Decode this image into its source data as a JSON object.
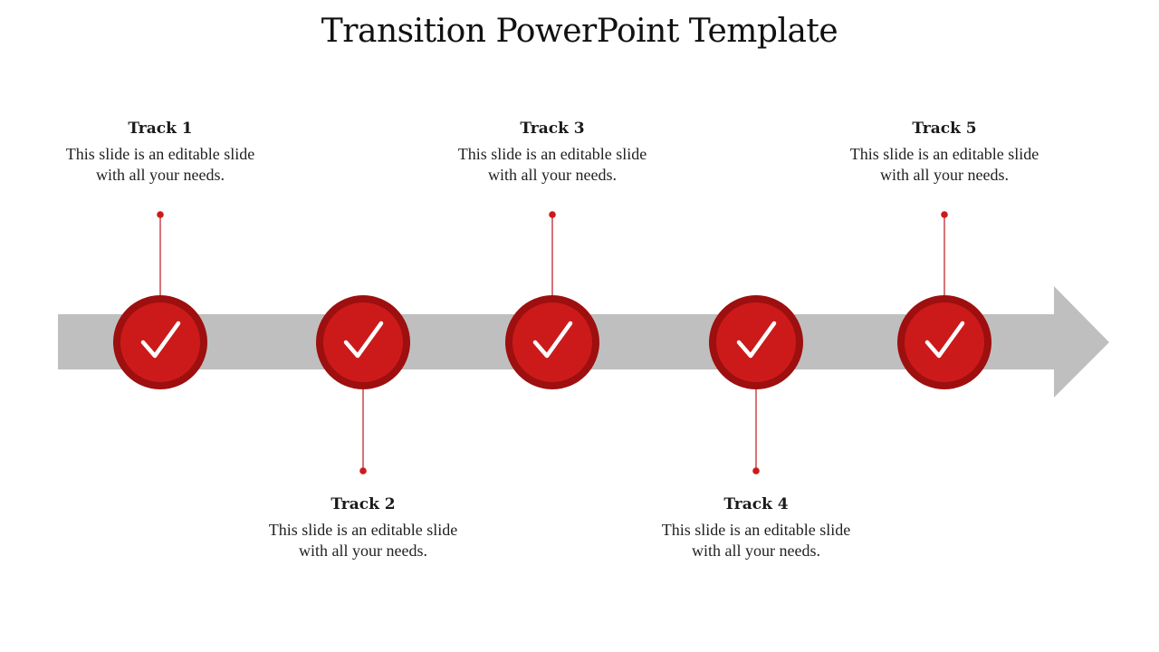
{
  "slide": {
    "title": "Transition PowerPoint Template"
  },
  "colors": {
    "accent": "#CC1A1A",
    "accent_dark": "#9E0F0F",
    "arrow": "#BFBFBF",
    "connector": "#C0282D"
  },
  "icons": {
    "milestone": "checkmark-icon"
  },
  "tracks": [
    {
      "title": "Track 1",
      "desc_line1": "This slide is an editable slide",
      "desc_line2": "with all your needs."
    },
    {
      "title": "Track 2",
      "desc_line1": "This slide is an editable slide",
      "desc_line2": "with all your needs."
    },
    {
      "title": "Track 3",
      "desc_line1": "This slide is an editable slide",
      "desc_line2": "with all your needs."
    },
    {
      "title": "Track 4",
      "desc_line1": "This slide is an editable slide",
      "desc_line2": "with all your needs."
    },
    {
      "title": "Track 5",
      "desc_line1": "This slide is an editable slide",
      "desc_line2": "with all your needs."
    }
  ]
}
